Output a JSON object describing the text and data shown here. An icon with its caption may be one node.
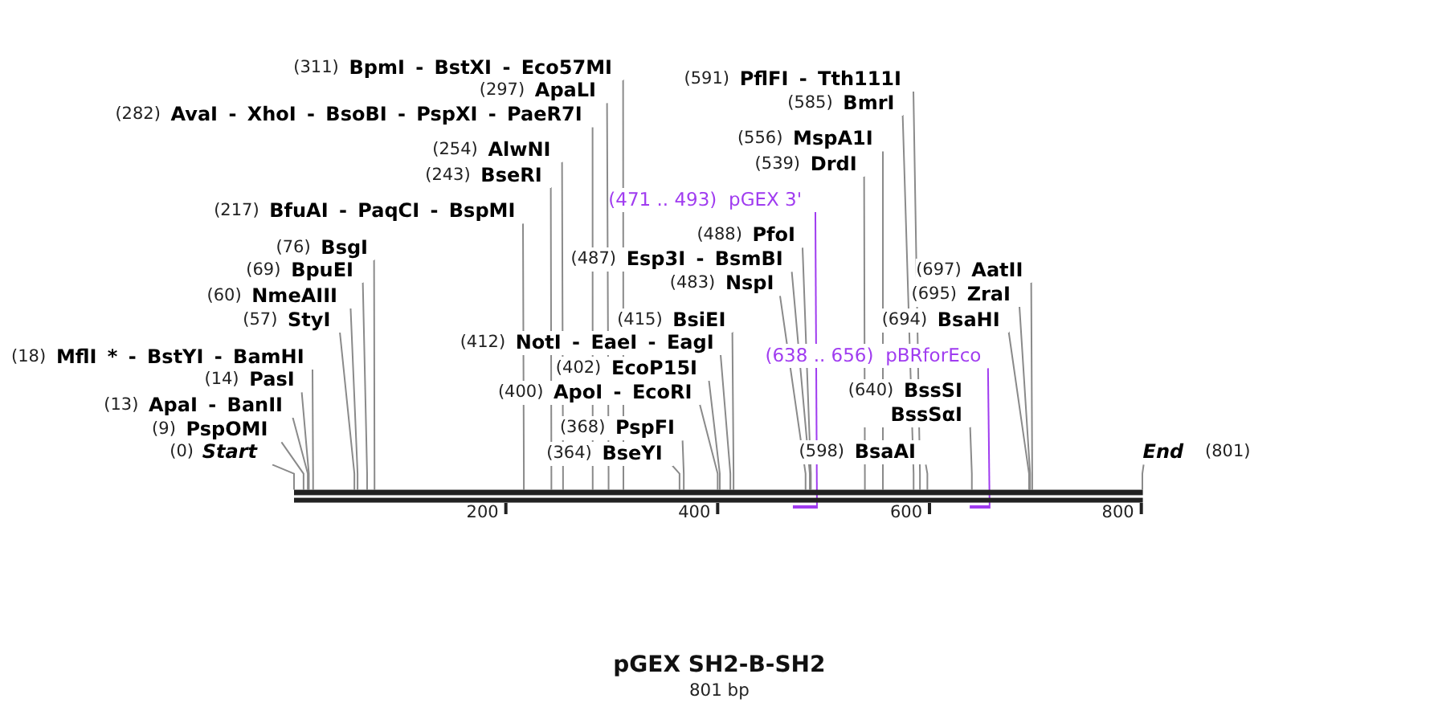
{
  "diagram": {
    "title": "pGEX SH2-B-SH2",
    "nodes": [
      {
        "text": [
          "(311)",
          "BpmI - BstXI - Eco57MI"
        ]
      },
      {
        "text": [
          "(591)",
          "PflFI - Tth111I"
        ]
      },
      {
        "text": [
          "(297)",
          "ApaLI"
        ]
      },
      {
        "text": [
          "(585)",
          "BmrI"
        ]
      },
      {
        "text": [
          "(282)",
          "AvaI - XhoI - BsoBI - PspXI - PaeR7I"
        ]
      },
      {
        "text": [
          "(556)",
          "MspA1I"
        ]
      },
      {
        "text": [
          "(254)",
          "AlwNI"
        ]
      },
      {
        "text": [
          "(539)",
          "DrdI"
        ]
      },
      {
        "text": [
          "(243)",
          "BseRI"
        ]
      },
      {
        "text": [
          "(471 .. 493)",
          "pGEX 3'"
        ]
      },
      {
        "text": [
          "(217)",
          "BfuAI - PaqCI - BspMI"
        ]
      },
      {
        "text": [
          "(488)",
          "PfoI"
        ]
      },
      {
        "text": [
          "(76)",
          "BsgI"
        ]
      },
      {
        "text": [
          "(487)",
          "Esp3I - BsmBI"
        ]
      },
      {
        "text": [
          "(697)",
          "AatII"
        ]
      },
      {
        "text": [
          "(69)",
          "BpuEI"
        ]
      },
      {
        "text": [
          "(483)",
          "NspI"
        ]
      },
      {
        "text": [
          "(60)",
          "NmeAIII"
        ]
      },
      {
        "text": [
          "(695)",
          "ZraI"
        ]
      },
      {
        "text": [
          "(57)",
          "StyI"
        ]
      },
      {
        "text": [
          "(415)",
          "BsiEI"
        ]
      },
      {
        "text": [
          "(694)",
          "BsaHI"
        ]
      },
      {
        "text": [
          "(412)",
          "NotI - EaeI - EagI"
        ]
      },
      {
        "text": [
          "(18)",
          "MflI * - BstYI - BamHI"
        ]
      },
      {
        "text": [
          "(638 .. 656)",
          "pBRforEco"
        ]
      },
      {
        "text": [
          "(402)",
          "EcoP15I"
        ]
      },
      {
        "text": [
          "(14)",
          "PasI"
        ]
      },
      {
        "text": [
          "(400)",
          "ApoI - EcoRI"
        ]
      },
      {
        "text": [
          "(640)",
          "BssSI",
          "BssSαI"
        ]
      },
      {
        "text": [
          "(13)",
          "ApaI - BanII"
        ]
      },
      {
        "text": [
          "(9)",
          "PspOMI"
        ]
      },
      {
        "text": [
          "(368)",
          "PspFI"
        ]
      },
      {
        "text": [
          "(0)",
          "Start"
        ]
      },
      {
        "text": [
          "(364)",
          "BseYI"
        ]
      },
      {
        "text": [
          "(598)",
          "BsaAI"
        ]
      },
      {
        "text": [
          "End",
          "(801)"
        ]
      },
      {
        "text": [],
        "shape": "bar"
      },
      {
        "text": [],
        "shape": "bar"
      },
      {
        "text": [],
        "shape": "bar"
      }
    ],
    "edges": [
      {
        "from": 0,
        "to": 36,
        "arrow": "none"
      },
      {
        "from": 1,
        "to": 36,
        "arrow": "none"
      },
      {
        "from": 2,
        "to": 36,
        "arrow": "none"
      },
      {
        "from": 3,
        "to": 36,
        "arrow": "none"
      },
      {
        "from": 4,
        "to": 36,
        "arrow": "none"
      },
      {
        "from": 5,
        "to": 36,
        "arrow": "none"
      },
      {
        "from": 6,
        "to": 36,
        "arrow": "none"
      },
      {
        "from": 7,
        "to": 36,
        "arrow": "none"
      },
      {
        "from": 8,
        "to": 36,
        "arrow": "none"
      },
      {
        "from": 9,
        "to": 37,
        "arrow": "none",
        "color": "#a03cf0"
      },
      {
        "from": 10,
        "to": 36,
        "arrow": "none"
      },
      {
        "from": 11,
        "to": 36,
        "arrow": "none"
      },
      {
        "from": 12,
        "to": 36,
        "arrow": "none"
      },
      {
        "from": 13,
        "to": 36,
        "arrow": "none"
      },
      {
        "from": 14,
        "to": 36,
        "arrow": "none"
      },
      {
        "from": 15,
        "to": 36,
        "arrow": "none"
      },
      {
        "from": 16,
        "to": 36,
        "arrow": "none"
      },
      {
        "from": 17,
        "to": 36,
        "arrow": "none"
      },
      {
        "from": 18,
        "to": 36,
        "arrow": "none"
      },
      {
        "from": 19,
        "to": 36,
        "arrow": "none"
      },
      {
        "from": 20,
        "to": 36,
        "arrow": "none"
      },
      {
        "from": 21,
        "to": 36,
        "arrow": "none"
      },
      {
        "from": 22,
        "to": 36,
        "arrow": "none"
      },
      {
        "from": 23,
        "to": 36,
        "arrow": "none"
      },
      {
        "from": 24,
        "to": 38,
        "arrow": "none",
        "color": "#a03cf0"
      },
      {
        "from": 25,
        "to": 36,
        "arrow": "none"
      },
      {
        "from": 26,
        "to": 36,
        "arrow": "none"
      },
      {
        "from": 27,
        "to": 36,
        "arrow": "none"
      },
      {
        "from": 28,
        "to": 36,
        "arrow": "none"
      },
      {
        "from": 29,
        "to": 36,
        "arrow": "none"
      },
      {
        "from": 30,
        "to": 36,
        "arrow": "none"
      },
      {
        "from": 31,
        "to": 36,
        "arrow": "none"
      },
      {
        "from": 32,
        "to": 36,
        "arrow": "none"
      },
      {
        "from": 33,
        "to": 36,
        "arrow": "none"
      },
      {
        "from": 34,
        "to": 36,
        "arrow": "none"
      },
      {
        "from": 35,
        "to": 36,
        "arrow": "none"
      }
    ],
    "labels": [
      "200",
      "400",
      "600",
      "800",
      "801 bp"
    ]
  }
}
